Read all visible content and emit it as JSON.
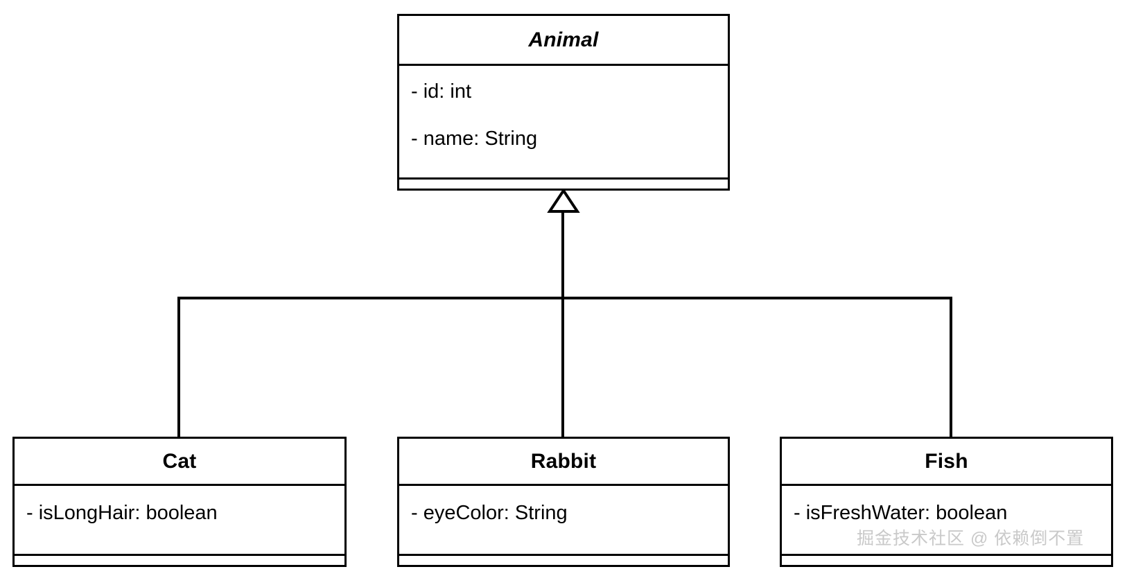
{
  "diagram": {
    "type": "uml-class-diagram",
    "relationship": "generalization",
    "classes": [
      {
        "id": "animal",
        "name": "Animal",
        "abstract": true,
        "attributes": [
          "- id: int",
          "- name: String"
        ],
        "methods": []
      },
      {
        "id": "cat",
        "name": "Cat",
        "abstract": false,
        "attributes": [
          "- isLongHair: boolean"
        ],
        "methods": []
      },
      {
        "id": "rabbit",
        "name": "Rabbit",
        "abstract": false,
        "attributes": [
          "- eyeColor: String"
        ],
        "methods": []
      },
      {
        "id": "fish",
        "name": "Fish",
        "abstract": false,
        "attributes": [
          "- isFreshWater: boolean"
        ],
        "methods": []
      }
    ]
  },
  "watermark": {
    "text": "掘金技术社区 @ 依赖倒不置",
    "color": "#c9c9c9"
  },
  "colors": {
    "stroke": "#000000",
    "background": "#ffffff",
    "text": "#000000"
  }
}
